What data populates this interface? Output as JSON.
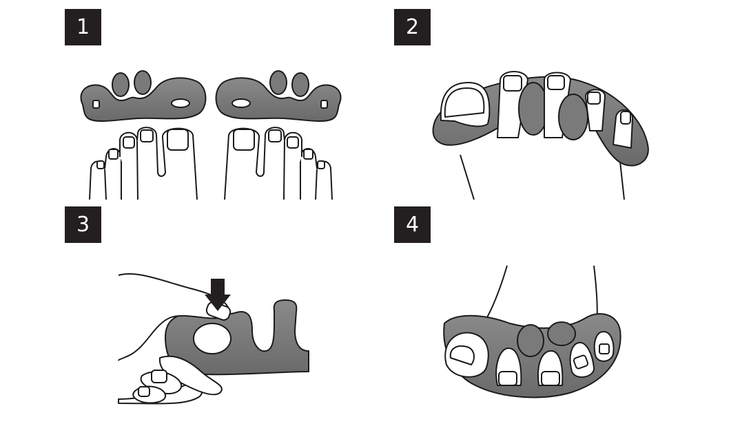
{
  "steps": [
    {
      "number": "1"
    },
    {
      "number": "2"
    },
    {
      "number": "3"
    },
    {
      "number": "4"
    }
  ],
  "colors": {
    "badge": "#231f20",
    "separator_gel": "#7a7a7a",
    "outline": "#1a1a1a",
    "skin": "#ffffff"
  }
}
